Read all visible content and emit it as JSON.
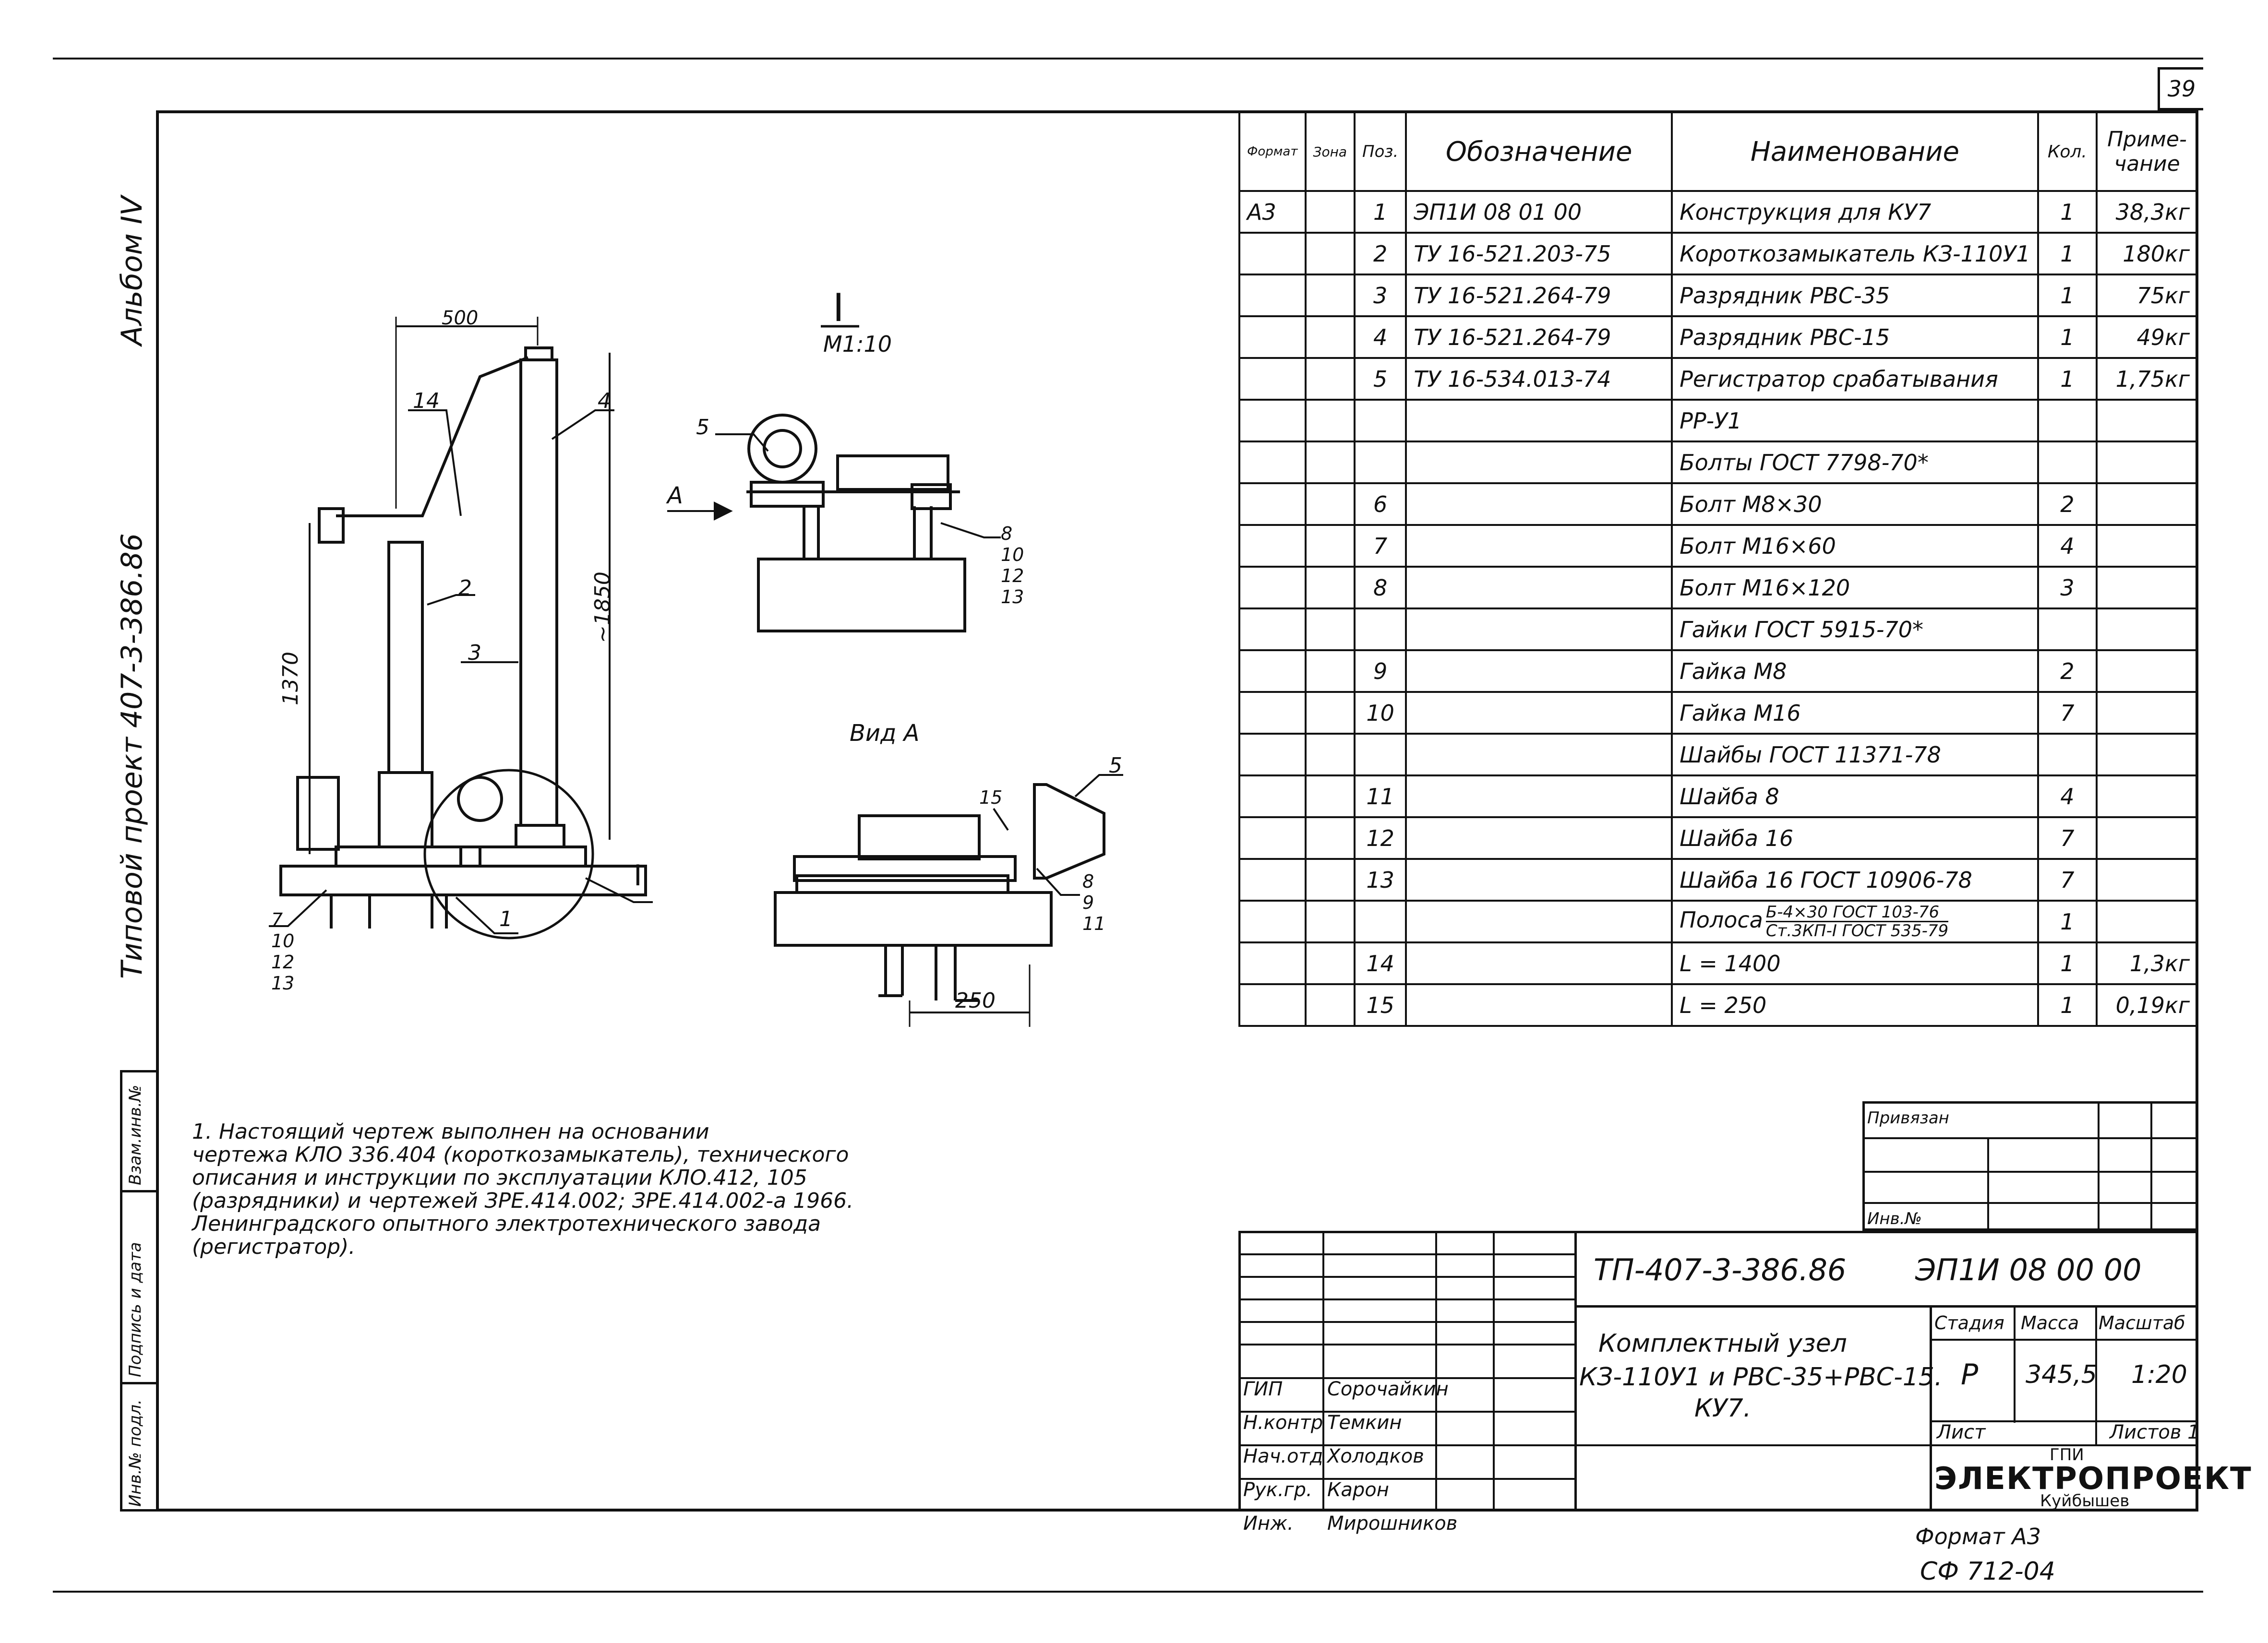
{
  "sheet_number": "39",
  "side_labels": {
    "album": "Альбом  IV",
    "project": "Типовой проект   407-3-386.86"
  },
  "left_strip": [
    "Взам.инв.№",
    "Подпись и дата",
    "Инв.№ подл."
  ],
  "spec_table": {
    "headers": {
      "format": "Формат",
      "zone": "Зона",
      "pos": "Поз.",
      "designation": "Обозначение",
      "name": "Наименование",
      "qty": "Кол.",
      "note": "Приме-чание"
    },
    "rows": [
      {
        "fmt": "А3",
        "pos": "1",
        "des": "ЭП1И 08 01 00",
        "name": "Конструкция для КУ7",
        "qty": "1",
        "note": "38,3кг"
      },
      {
        "fmt": "",
        "pos": "2",
        "des": "ТУ 16-521.203-75",
        "name": "Короткозамыкатель КЗ-110У1",
        "qty": "1",
        "note": "180кг"
      },
      {
        "fmt": "",
        "pos": "3",
        "des": "ТУ 16-521.264-79",
        "name": "Разрядник РВС-35",
        "qty": "1",
        "note": "75кг"
      },
      {
        "fmt": "",
        "pos": "4",
        "des": "ТУ 16-521.264-79",
        "name": "Разрядник РВС-15",
        "qty": "1",
        "note": "49кг"
      },
      {
        "fmt": "",
        "pos": "5",
        "des": "ТУ 16-534.013-74",
        "name": "Регистратор срабатывания",
        "qty": "1",
        "note": "1,75кг"
      },
      {
        "fmt": "",
        "pos": "",
        "des": "",
        "name": "РР-У1",
        "qty": "",
        "note": ""
      },
      {
        "fmt": "",
        "pos": "",
        "des": "",
        "name": "Болты  ГОСТ 7798-70*",
        "qty": "",
        "note": ""
      },
      {
        "fmt": "",
        "pos": "6",
        "des": "",
        "name": "Болт М8×30",
        "qty": "2",
        "note": ""
      },
      {
        "fmt": "",
        "pos": "7",
        "des": "",
        "name": "Болт М16×60",
        "qty": "4",
        "note": ""
      },
      {
        "fmt": "",
        "pos": "8",
        "des": "",
        "name": "Болт М16×120",
        "qty": "3",
        "note": ""
      },
      {
        "fmt": "",
        "pos": "",
        "des": "",
        "name": "Гайки  ГОСТ 5915-70*",
        "qty": "",
        "note": ""
      },
      {
        "fmt": "",
        "pos": "9",
        "des": "",
        "name": "Гайка М8",
        "qty": "2",
        "note": ""
      },
      {
        "fmt": "",
        "pos": "10",
        "des": "",
        "name": "Гайка М16",
        "qty": "7",
        "note": ""
      },
      {
        "fmt": "",
        "pos": "",
        "des": "",
        "name": "Шайбы  ГОСТ 11371-78",
        "qty": "",
        "note": ""
      },
      {
        "fmt": "",
        "pos": "11",
        "des": "",
        "name": "Шайба 8",
        "qty": "4",
        "note": ""
      },
      {
        "fmt": "",
        "pos": "12",
        "des": "",
        "name": "Шайба 16",
        "qty": "7",
        "note": ""
      },
      {
        "fmt": "",
        "pos": "13",
        "des": "",
        "name": "Шайба 16 ГОСТ 10906-78",
        "qty": "7",
        "note": ""
      },
      {
        "fmt": "",
        "pos": "",
        "des": "",
        "name": "Полоса",
        "qty": "1",
        "note": "",
        "fraction_top": "Б-4×30 ГОСТ 103-76",
        "fraction_bottom": "Ст.3КП-I ГОСТ 535-79"
      },
      {
        "fmt": "",
        "pos": "14",
        "des": "",
        "name": "L = 1400",
        "qty": "1",
        "note": "1,3кг"
      },
      {
        "fmt": "",
        "pos": "15",
        "des": "",
        "name": "L = 250",
        "qty": "1",
        "note": "0,19кг"
      }
    ]
  },
  "binding_block": {
    "privyazan": "Привязан",
    "inv": "Инв.№"
  },
  "notes": [
    "1. Настоящий чертеж выполнен на основании",
    "чертежа КЛО 336.404 (короткозамыкатель), технического",
    "описания и инструкции по эксплуатации КЛО.412, 105",
    "(разрядники) и чертежей ЗРЕ.414.002; ЗРЕ.414.002-а 1966.",
    "Ленинградского опытного электротехнического завода",
    "(регистратор)."
  ],
  "title_block": {
    "code": "ТП-407-3-386.86",
    "designation": "ЭП1И 08 00 00",
    "title_lines": [
      "Комплектный узел",
      "КЗ-110У1 и РВС-35+РВС-15.",
      "КУ7."
    ],
    "stage_label": "Стадия",
    "mass_label": "Масса",
    "scale_label": "Масштаб",
    "stage": "Р",
    "mass": "345,5",
    "scale": "1:20",
    "sheet_label": "Лист",
    "sheets_label": "Листов 1",
    "org_top": "ГПИ",
    "org": "ЭЛЕКТРОПРОЕКТ",
    "org_city": "Куйбышев",
    "people": [
      {
        "role": "ГИП",
        "name": "Сорочайкин"
      },
      {
        "role": "Н.контр",
        "name": "Темкин"
      },
      {
        "role": "Нач.отд",
        "name": "Холодков"
      },
      {
        "role": "Рук.гр.",
        "name": "Карон"
      },
      {
        "role": "Инж.",
        "name": "Мирошников"
      }
    ]
  },
  "format_line": "Формат А3",
  "code_bottom": "СФ 712-04",
  "drawing": {
    "dim_500": "500",
    "dim_1370": "1370",
    "dim_1850": "~1850",
    "dim_250": "250",
    "view_I": "I",
    "view_I_scale": "М1:10",
    "view_A": "Вид А",
    "arrow_A": "А",
    "callouts": [
      "1",
      "2",
      "3",
      "4",
      "5",
      "14",
      "7",
      "10",
      "12",
      "13",
      "8",
      "9",
      "11",
      "15"
    ]
  }
}
